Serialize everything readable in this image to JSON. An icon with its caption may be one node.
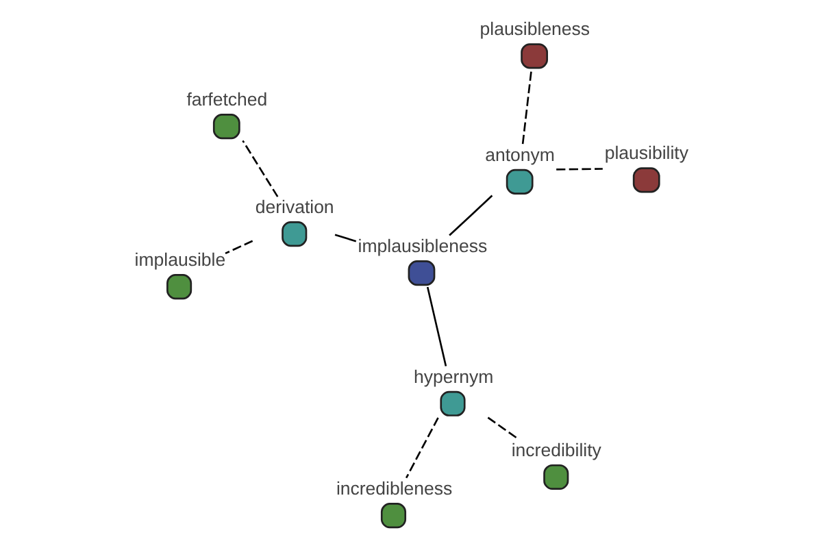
{
  "diagram": {
    "nodes": [
      {
        "text": [
          "implausibleness"
        ]
      },
      {
        "text": [
          "antonym"
        ]
      },
      {
        "text": [
          "plausibility"
        ]
      },
      {
        "text": [
          "plausibleness"
        ]
      },
      {
        "text": [
          "derivation"
        ]
      },
      {
        "text": [
          "farfetched"
        ]
      },
      {
        "text": [
          "implausible"
        ]
      },
      {
        "text": [
          "hypernym"
        ]
      },
      {
        "text": [
          "incredibleness"
        ]
      },
      {
        "text": [
          "incredibility"
        ]
      }
    ],
    "edges": [
      {
        "from": 0,
        "to": 1,
        "arrow": "none"
      },
      {
        "from": 1,
        "to": 2,
        "arrow": "none",
        "style": "dashed"
      },
      {
        "from": 1,
        "to": 3,
        "arrow": "none",
        "style": "dashed"
      },
      {
        "from": 0,
        "to": 4,
        "arrow": "none"
      },
      {
        "from": 4,
        "to": 5,
        "arrow": "none",
        "style": "dashed"
      },
      {
        "from": 4,
        "to": 6,
        "arrow": "none",
        "style": "dashed"
      },
      {
        "from": 0,
        "to": 7,
        "arrow": "none"
      },
      {
        "from": 7,
        "to": 8,
        "arrow": "none",
        "style": "dashed"
      },
      {
        "from": 7,
        "to": 9,
        "arrow": "none",
        "style": "dashed"
      }
    ]
  }
}
